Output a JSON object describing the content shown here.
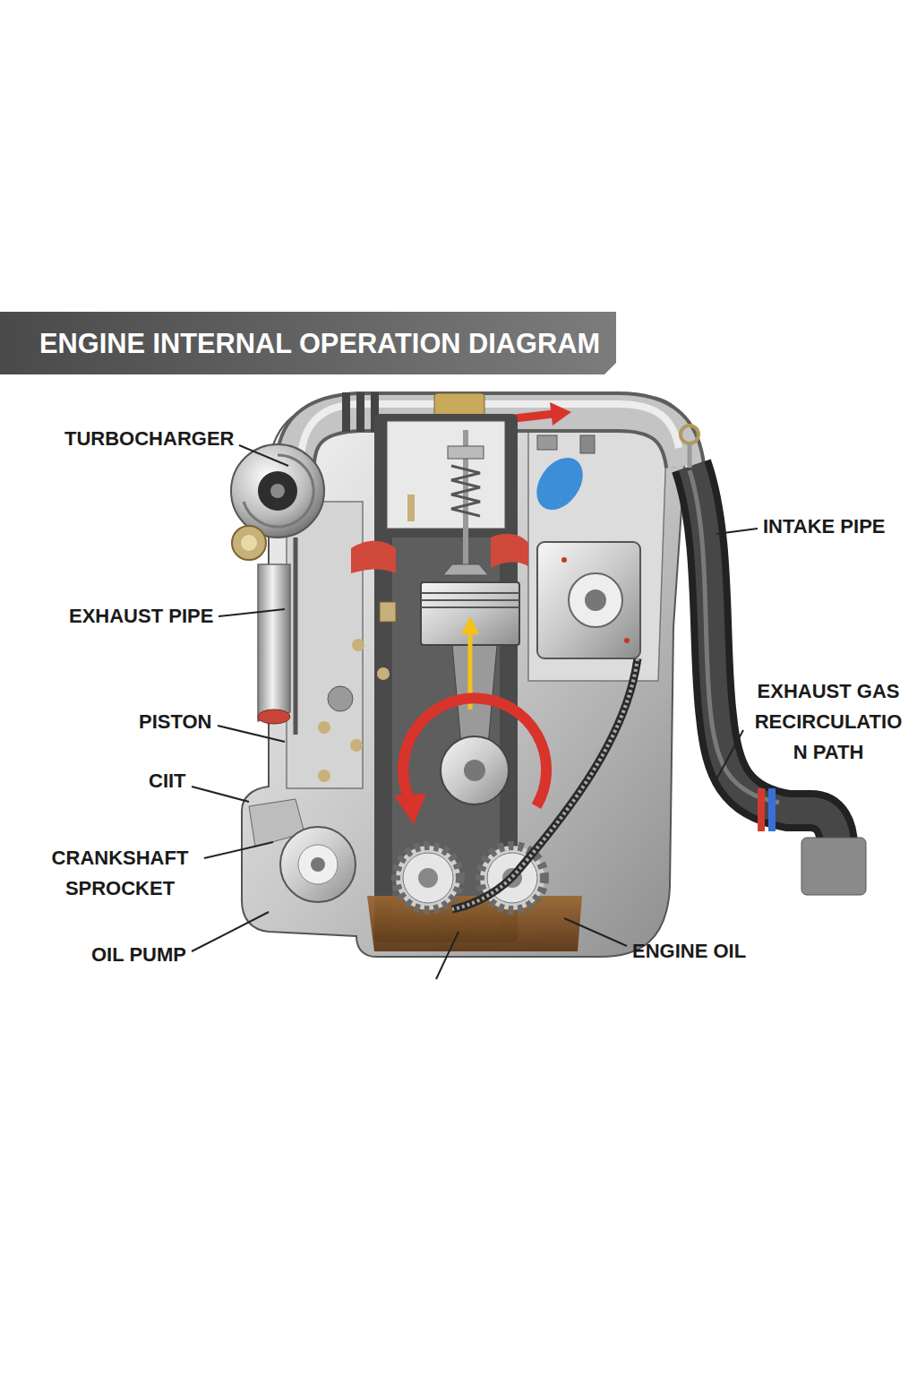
{
  "diagram": {
    "title": "ENGINE INTERNAL OPERATION DIAGRAM",
    "labels": [
      "TURBOCHARGER",
      "INTAKE PIPE",
      "EXHAUST PIPE",
      "PISTON",
      "EXHAUST GAS RECIRCULATIO N PATH",
      "CIIT",
      "CRANKSHAFT SPROCKET",
      "OIL PUMP",
      "ENGINE OIL"
    ]
  }
}
